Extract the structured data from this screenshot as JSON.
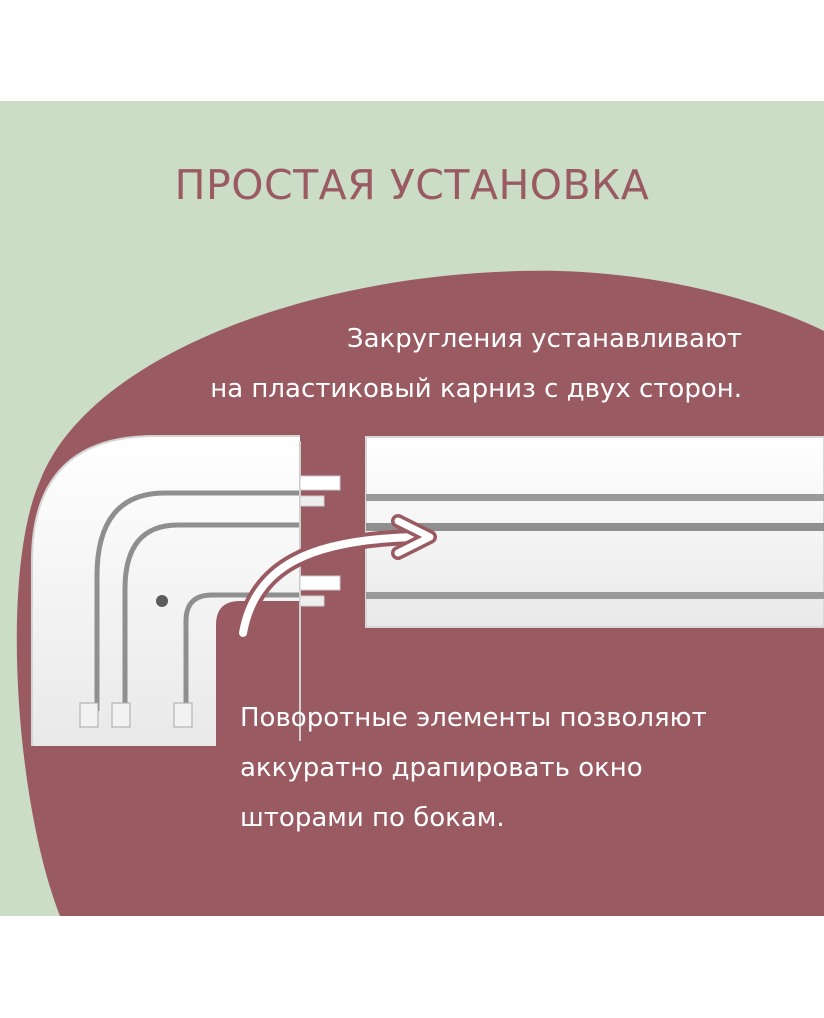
{
  "heading": "ПРОСТАЯ УСТАНОВКА",
  "caption_top": {
    "line1": "Закругления устанавливают",
    "line2": "на пластиковый карниз с двух сторон."
  },
  "caption_bottom": {
    "line1": "Поворотные элементы позволяют",
    "line2": "аккуратно драпировать окно",
    "line3": "шторами по бокам."
  },
  "colors": {
    "background": "#cbdcc7",
    "blob": "#9a5a62",
    "heading": "#9a5a62",
    "text": "#ffffff",
    "rail": "#ffffff",
    "groove": "#8f8f8f"
  },
  "icons": {
    "arrow": "curved-arrow-icon"
  }
}
